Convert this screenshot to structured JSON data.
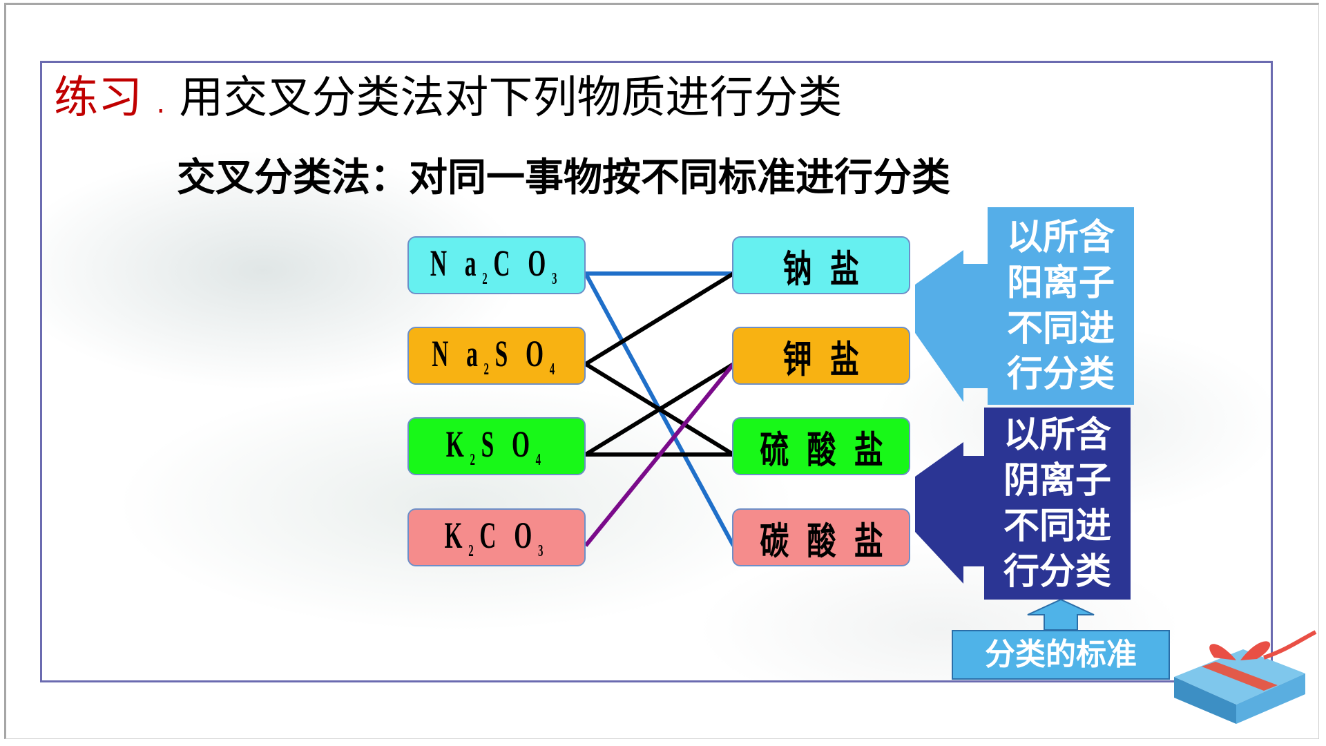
{
  "title": {
    "lead": "练习",
    "separator": ".",
    "text": "用交叉分类法对下列物质进行分类"
  },
  "subtitle": "交叉分类法：对同一事物按不同标准进行分类",
  "substances": [
    {
      "main": "N a",
      "sub1": "2",
      "mid": "C O",
      "sub2": "3",
      "color": "#66f0f0"
    },
    {
      "main": "N a",
      "sub1": "2",
      "mid": "S O",
      "sub2": "4",
      "color": "#f8b212"
    },
    {
      "main": "K",
      "sub1": "2",
      "mid": "S O",
      "sub2": "4",
      "color": "#18f818"
    },
    {
      "main": "K",
      "sub1": "2",
      "mid": "C O",
      "sub2": "3",
      "color": "#f58c8c"
    }
  ],
  "categories": [
    {
      "label": "钠 盐",
      "color": "#66f0f0"
    },
    {
      "label": "钾 盐",
      "color": "#f8b212"
    },
    {
      "label": "硫 酸 盐",
      "color": "#18f818"
    },
    {
      "label": "碳 酸 盐",
      "color": "#f58c8c"
    }
  ],
  "links": [
    {
      "from": 0,
      "to": 0,
      "color": "#1f6fc9"
    },
    {
      "from": 0,
      "to": 3,
      "color": "#1f6fc9"
    },
    {
      "from": 1,
      "to": 0,
      "color": "#000000"
    },
    {
      "from": 1,
      "to": 2,
      "color": "#000000"
    },
    {
      "from": 2,
      "to": 1,
      "color": "#000000"
    },
    {
      "from": 2,
      "to": 2,
      "color": "#000000"
    },
    {
      "from": 3,
      "to": 1,
      "color": "#7a0a8a"
    }
  ],
  "standards": [
    {
      "text": "以所含阳离子不同进行分类",
      "color": "#55aee8"
    },
    {
      "text": "以所含阴离子不同进行分类",
      "color": "#2b3594"
    }
  ],
  "criterion_label": "分类的标准"
}
